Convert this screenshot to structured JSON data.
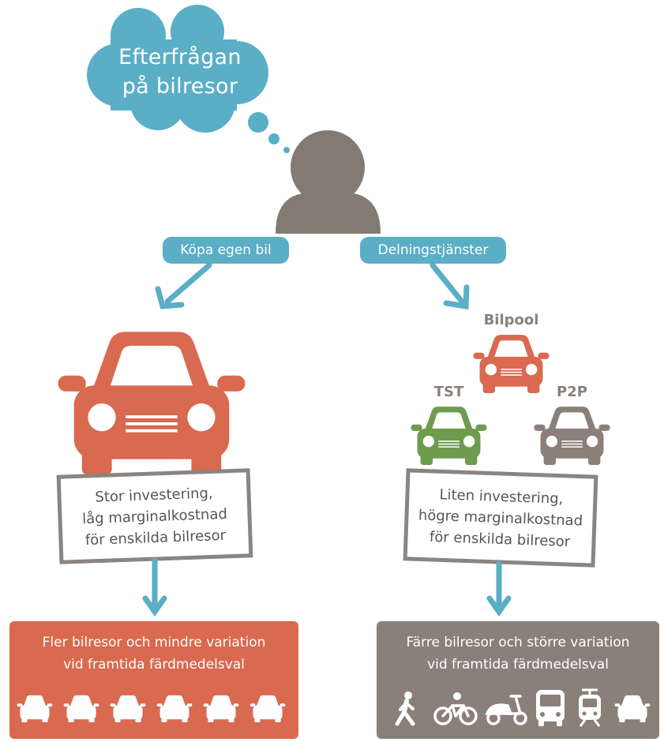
{
  "thought_bubble": {
    "line1": "Efterfrågan",
    "line2": "på bilresor"
  },
  "paths": {
    "left_label": "Köpa egen bil",
    "right_label": "Delningstjänster"
  },
  "shared_cars": {
    "top": "Bilpool",
    "left": "TST",
    "right": "P2P"
  },
  "signs": {
    "left": {
      "line1": "Stor investering,",
      "line2": "låg marginalkostnad",
      "line3": "för enskilda bilresor"
    },
    "right": {
      "line1": "Liten investering,",
      "line2": "högre marginalkostnad",
      "line3": "för enskilda bilresor"
    }
  },
  "outcomes": {
    "left": {
      "line1": "Fler bilresor och mindre variation",
      "line2": "vid framtida färdmedelsval",
      "icons": [
        "car-icon",
        "car-icon",
        "car-icon",
        "car-icon",
        "car-icon",
        "car-icon"
      ]
    },
    "right": {
      "line1": "Färre bilresor och större variation",
      "line2": "vid framtida färdmedelsval",
      "icons": [
        "pedestrian-icon",
        "bicycle-icon",
        "scooter-icon",
        "bus-icon",
        "tram-icon",
        "car-icon"
      ]
    }
  },
  "colors": {
    "cloud": "#5aaec6",
    "person": "#847a74",
    "own_car": "#d9694f",
    "bilpool": "#d9694f",
    "tst": "#6f9b4f",
    "p2p": "#8b7f79",
    "left_box": "#d9694f",
    "right_box": "#8b7f79",
    "arrow": "#5aaec6"
  }
}
